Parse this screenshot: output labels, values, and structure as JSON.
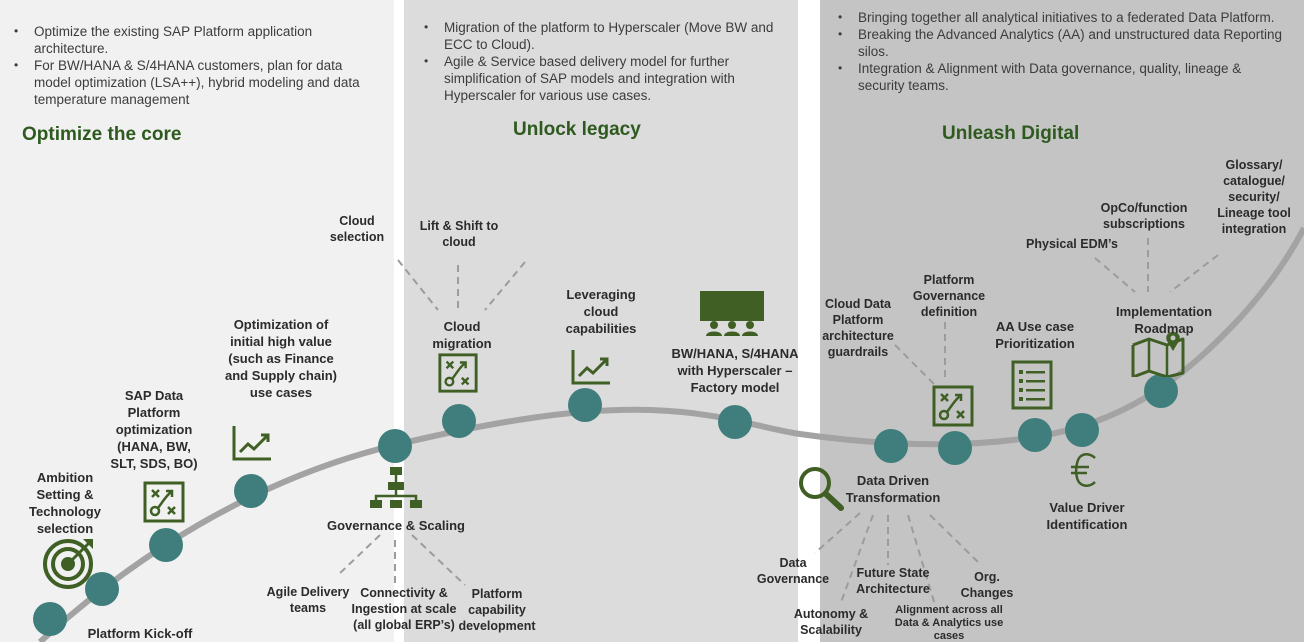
{
  "phases": [
    {
      "title": "Optimize the core",
      "bullets": [
        "Optimize the existing SAP Platform application architecture.",
        "For BW/HANA & S/4HANA customers, plan for data model optimization (LSA++), hybrid modeling and data temperature management"
      ]
    },
    {
      "title": "Unlock legacy",
      "bullets": [
        "Migration of the platform to Hyperscaler (Move BW and ECC to Cloud).",
        "Agile & Service based delivery model for further simplification of SAP models and integration with Hyperscaler for various use cases."
      ]
    },
    {
      "title": "Unleash Digital",
      "bullets": [
        "Bringing together all analytical initiatives to a federated Data Platform.",
        "Breaking the Advanced Analytics (AA) and unstructured data Reporting silos.",
        "Integration & Alignment with Data governance, quality, lineage & security teams."
      ]
    }
  ],
  "milestones": {
    "kickoff": "Platform Kick-off",
    "ambition": "Ambition Setting & Technology selection",
    "sap_platform": "SAP Data Platform optimization (HANA, BW, SLT, SDS, BO)",
    "optimization": "Optimization of initial high value (such as Finance and Supply chain) use cases",
    "governance_scaling": "Governance & Scaling",
    "cloud_migration": "Cloud migration",
    "leveraging_cloud": "Leveraging cloud capabilities",
    "bw_hana": "BW/HANA, S/4HANA with Hyperscaler – Factory model",
    "cloud_guardrails": "Cloud Data Platform architecture guardrails",
    "platform_governance": "Platform Governance definition",
    "aa_use_case": "AA Use case Prioritization",
    "value_driver": "Value Driver Identification",
    "implementation_roadmap": "Implementation Roadmap",
    "data_driven": "Data Driven Transformation"
  },
  "sub_items": {
    "cloud_selection": "Cloud selection",
    "lift_shift": "Lift & Shift to cloud",
    "agile_delivery": "Agile Delivery teams",
    "connectivity": "Connectivity & Ingestion at scale (all global ERP’s)",
    "platform_capability": "Platform capability development",
    "data_governance": "Data Governance",
    "autonomy": "Autonomy & Scalability",
    "future_state": "Future State Architecture",
    "alignment": "Alignment across all Data & Analytics use cases",
    "org_changes": "Org. Changes",
    "physical_edm": "Physical EDM’s",
    "opco": "OpCo/function subscriptions",
    "glossary": "Glossary/ catalogue/ security/ Lineage tool integration"
  },
  "colors": {
    "phase_title": "#2e5a1f",
    "icon_green": "#3f5f24",
    "dot_teal": "#3f7e7c",
    "curve": "#a3a3a3"
  }
}
